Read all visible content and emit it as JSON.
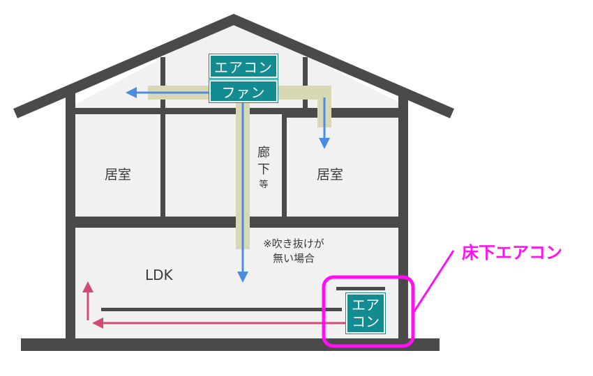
{
  "rooms": {
    "room_left": "居室",
    "room_right": "居室",
    "corridor_line1": "廊",
    "corridor_line2": "下",
    "corridor_line3": "等",
    "ldk": "LDK"
  },
  "units": {
    "attic_ac": "エアコン",
    "fan": "ファン",
    "floor_ac_line1": "エア",
    "floor_ac_line2": "コン"
  },
  "note": {
    "line1": "※吹き抜けが",
    "line2": "無い場合"
  },
  "callout": {
    "label": "床下エアコン"
  },
  "colors": {
    "structure": "#4a4a4a",
    "duct": "#d8d8b4",
    "cool_air": "#4a8de0",
    "warm_air": "#d24a72",
    "unit_fill": "#138c91",
    "highlight": "#ff10f0"
  }
}
